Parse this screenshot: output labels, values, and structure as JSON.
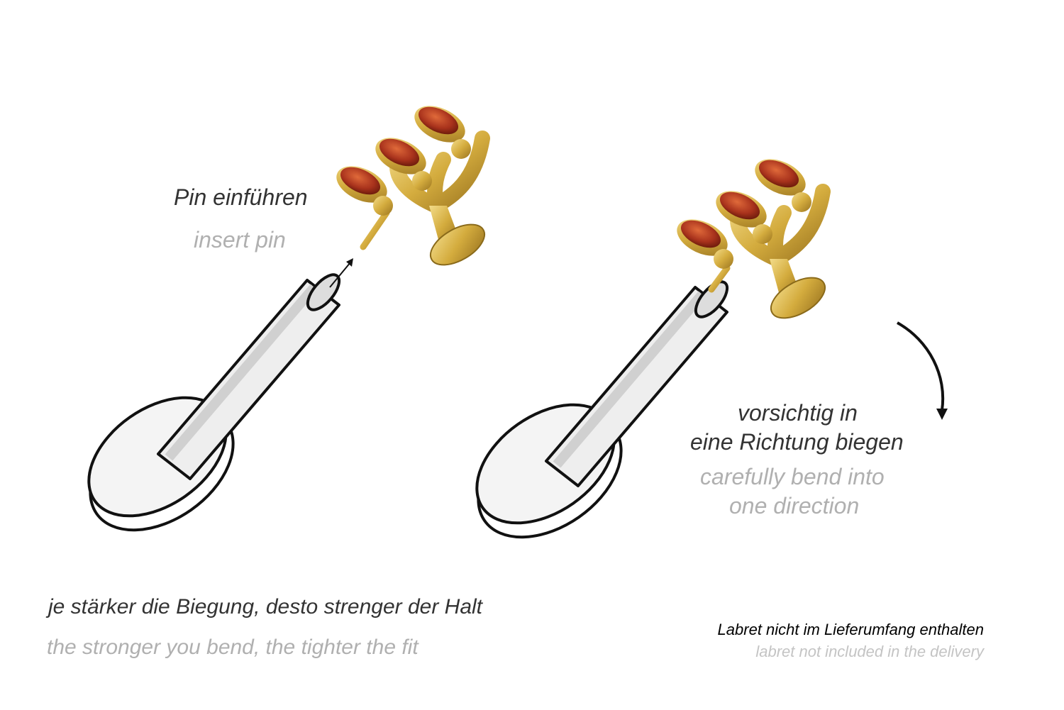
{
  "step1": {
    "de": "Pin einführen",
    "en": "insert pin"
  },
  "step2": {
    "de_line1": "vorsichtig in",
    "de_line2": "eine Richtung biegen",
    "en_line1": "carefully bend into",
    "en_line2": "one direction"
  },
  "note": {
    "de": "je stärker die Biegung, desto strenger der Halt",
    "en": "the stronger you bend, the tighter the fit"
  },
  "disclaimer": {
    "de": "Labret nicht im Lieferumfang enthalten",
    "en": "labret not included in the delivery"
  },
  "colors": {
    "gold": "#d9b44a",
    "gem": "#a8321c",
    "text_dark": "#333333",
    "text_gray": "#b0b0b0"
  }
}
